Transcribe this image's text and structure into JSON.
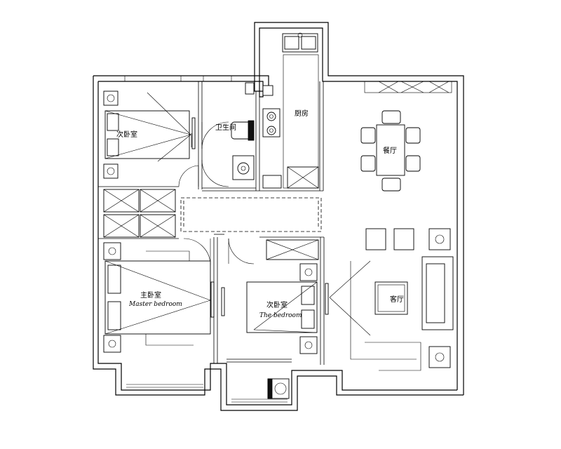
{
  "rooms": {
    "second_bedroom": "次卧室",
    "bathroom": "卫生间",
    "kitchen": "厨房",
    "dining": "餐厅",
    "master_bedroom": "主卧室",
    "master_bedroom_en": "Master bedroom",
    "third_bedroom": "次卧室",
    "third_bedroom_en": "The bedroom",
    "living": "客厅"
  }
}
